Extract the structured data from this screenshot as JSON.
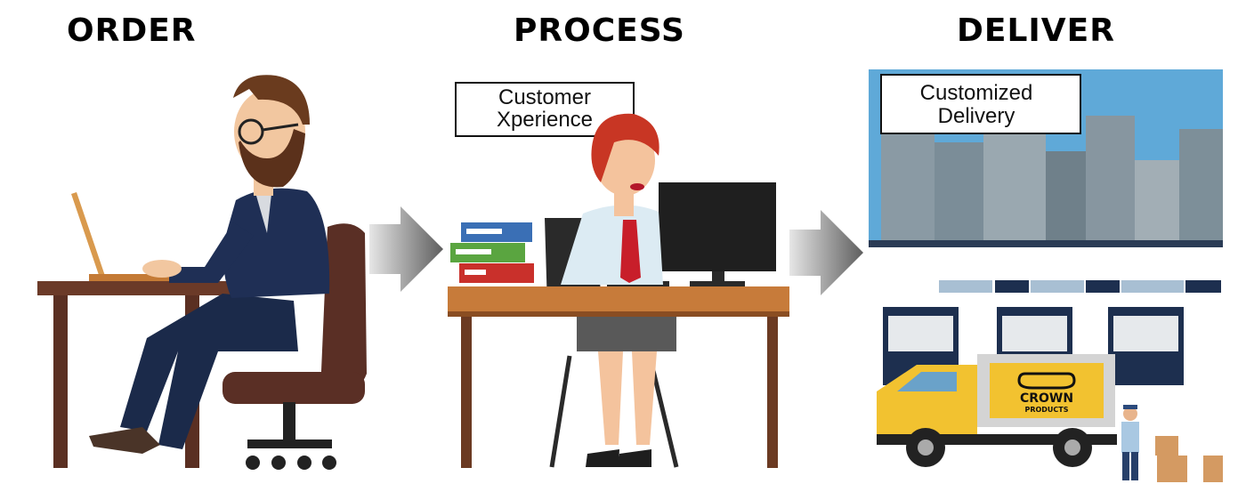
{
  "steps": {
    "order": {
      "title": "ORDER"
    },
    "process": {
      "title": "PROCESS",
      "sign_line1": "Customer",
      "sign_line2": "Xperience"
    },
    "deliver": {
      "title": "DELIVER",
      "sign_line1": "Customized",
      "sign_line2": "Delivery",
      "truck_brand": "CROWN",
      "truck_sub": "PRODUCTS"
    }
  },
  "colors": {
    "arrow": "#6b6b6b",
    "sky": "#5fa9d8",
    "desk": "#c77b3a",
    "truck": "#f2c230"
  }
}
